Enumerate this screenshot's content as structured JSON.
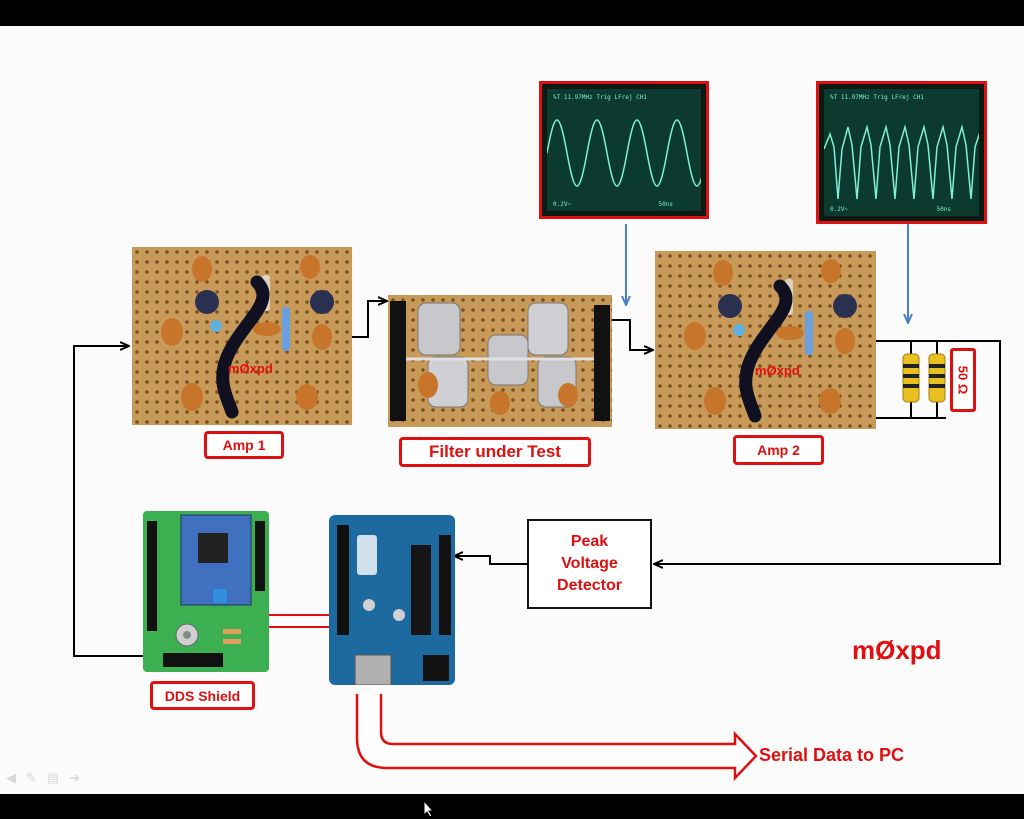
{
  "blocks": {
    "amp1": "Amp 1",
    "filter": "Filter under Test",
    "amp2": "Amp 2",
    "dds": "DDS Shield",
    "detector": [
      "Peak",
      "Voltage",
      "Detector"
    ],
    "serial": "Serial Data to PC",
    "load": "50 Ω"
  },
  "brand_mark": "mØxpd",
  "board_silk": "mØxpd",
  "scopes": [
    {
      "header": "%T  11.97MHz  Trig LFrej  CH1",
      "scale": "0.2V~",
      "timebase": "50ns"
    },
    {
      "header": "%T  11.97MHz  Trig LFrej  CH1",
      "scale": "0.2V~",
      "timebase": "50ns"
    }
  ],
  "colors": {
    "accent": "#e01010",
    "signal_arrow": "#4a80c8",
    "wire": "#000000",
    "scope_trace": "#7ff0d0"
  },
  "icons": [
    "prev-slide-icon",
    "pen-icon",
    "menu-icon",
    "next-slide-icon",
    "mouse-pointer-icon"
  ]
}
